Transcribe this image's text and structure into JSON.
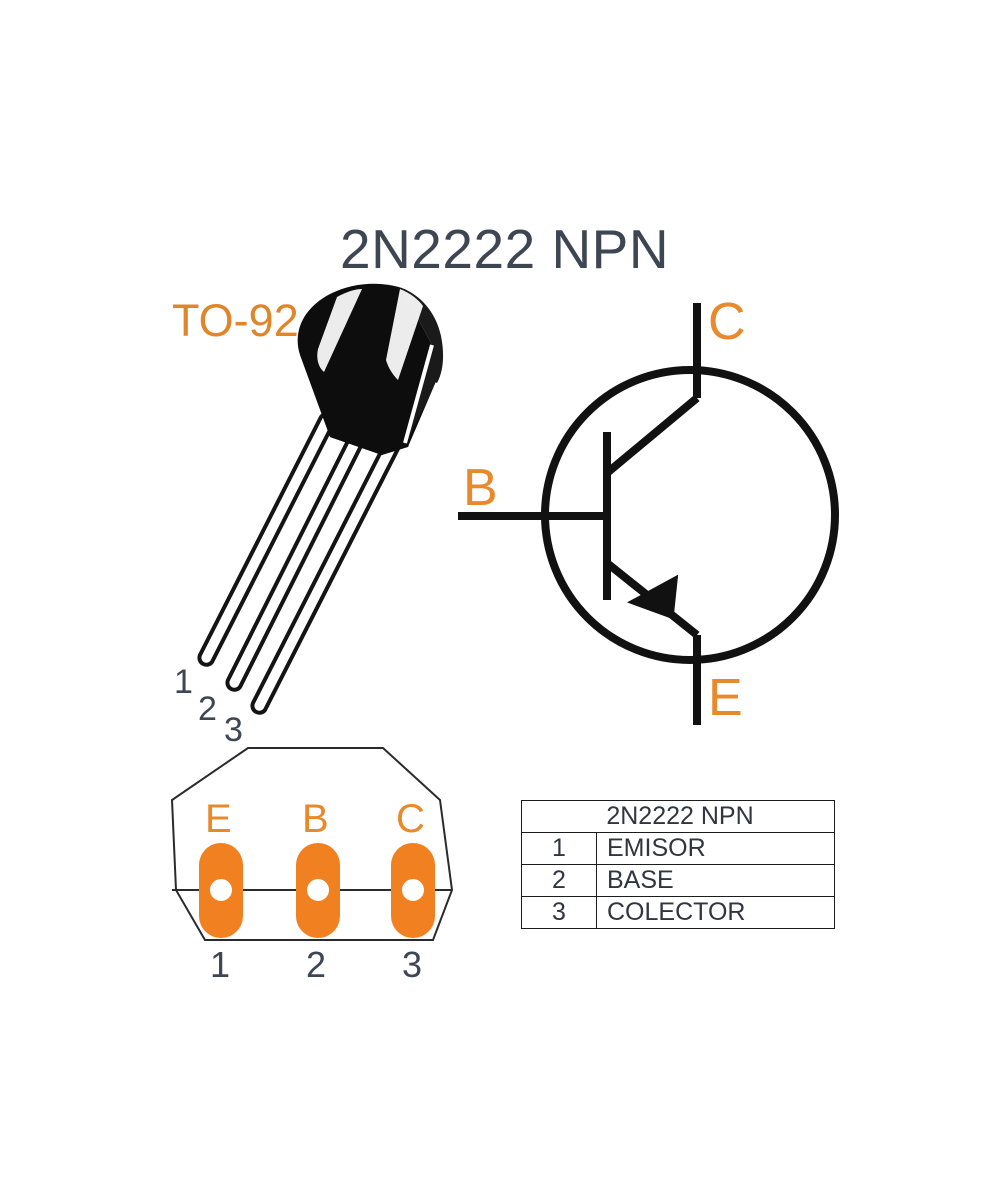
{
  "title": "2N2222 NPN",
  "package_label": "TO-92",
  "colors": {
    "accent_orange": "#e8892b",
    "title_slate": "#3e4654",
    "line_black": "#111111",
    "background": "#ffffff"
  },
  "photo": {
    "lead_numbers": [
      "1",
      "2",
      "3"
    ]
  },
  "schematic": {
    "collector_label": "C",
    "base_label": "B",
    "emitter_label": "E"
  },
  "footprint": {
    "pad_letters": [
      "E",
      "B",
      "C"
    ],
    "pad_numbers": [
      "1",
      "2",
      "3"
    ]
  },
  "pinout_table": {
    "header": "2N2222 NPN",
    "rows": [
      {
        "pin": "1",
        "function": "EMISOR"
      },
      {
        "pin": "2",
        "function": "BASE"
      },
      {
        "pin": "3",
        "function": "COLECTOR"
      }
    ]
  }
}
